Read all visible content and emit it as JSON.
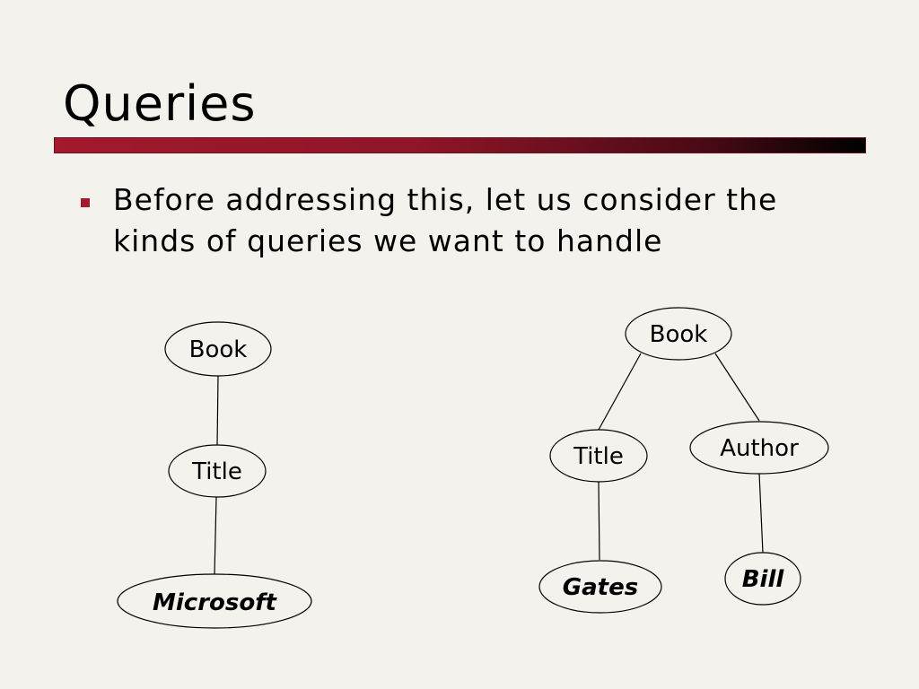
{
  "slide": {
    "title": "Queries",
    "bullet": "Before addressing this, let us consider the kinds of queries we want to handle"
  },
  "colors": {
    "background": "#f3f2ed",
    "accent": "#a3192e"
  },
  "diagrams": {
    "left_tree": {
      "root": "Book",
      "child": "Title",
      "value": "Microsoft"
    },
    "right_tree": {
      "root": "Book",
      "child_title": "Title",
      "child_author": "Author",
      "title_value": "Gates",
      "author_value": "Bill"
    }
  }
}
